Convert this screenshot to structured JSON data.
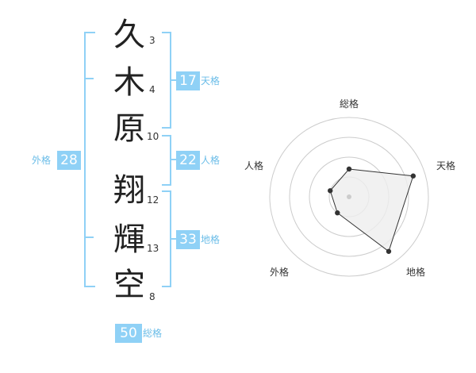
{
  "name": {
    "characters": [
      {
        "char": "久",
        "strokes": "3"
      },
      {
        "char": "木",
        "strokes": "4"
      },
      {
        "char": "原",
        "strokes": "10"
      },
      {
        "char": "翔",
        "strokes": "12"
      },
      {
        "char": "輝",
        "strokes": "13"
      },
      {
        "char": "空",
        "strokes": "8"
      }
    ]
  },
  "fortune": {
    "tenkaku": {
      "value": "17",
      "label": "天格"
    },
    "jinkaku": {
      "value": "22",
      "label": "人格"
    },
    "chikaku": {
      "value": "33",
      "label": "地格"
    },
    "gaikaku": {
      "value": "28",
      "label": "外格"
    },
    "soukaku": {
      "value": "50",
      "label": "総格"
    }
  },
  "radar": {
    "axes": [
      "総格",
      "天格",
      "地格",
      "外格",
      "人格"
    ],
    "values": [
      0.35,
      0.85,
      0.85,
      0.25,
      0.25
    ],
    "levels": 4,
    "colors": {
      "fill": "#eeeeee",
      "stroke": "#333333",
      "grid": "#cccccc",
      "center": "#cccccc"
    }
  },
  "colors": {
    "accent": "#8fd1f6",
    "accent_text": "#6bbde8"
  }
}
